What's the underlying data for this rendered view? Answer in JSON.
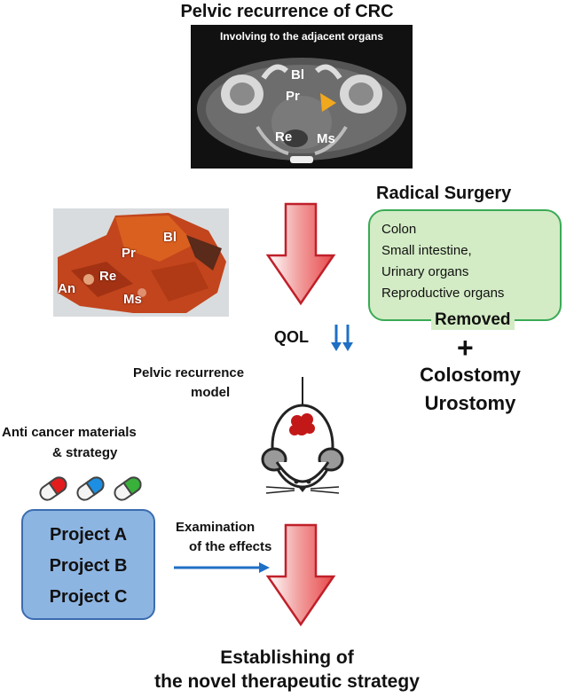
{
  "title": "Pelvic recurrence of CRC",
  "ct_image": {
    "caption": "Involving to the adjacent organs",
    "labels": {
      "bl": "Bl",
      "pr": "Pr",
      "re": "Re",
      "ms": "Ms"
    }
  },
  "specimen_image": {
    "labels": {
      "bl": "Bl",
      "pr": "Pr",
      "re": "Re",
      "an": "An",
      "ms": "Ms"
    }
  },
  "radical_surgery": {
    "title": "Radical Surgery",
    "organs": [
      "Colon",
      "Small intestine,",
      "Urinary organs",
      "Reproductive organs"
    ],
    "removed": "Removed",
    "plus": "+",
    "stoma": [
      "Colostomy",
      "Urostomy"
    ]
  },
  "qol": {
    "label": "QOL",
    "arrows": "↓↓"
  },
  "model": {
    "line1": "Pelvic recurrence",
    "line2": "model"
  },
  "anti_cancer": {
    "line1": "Anti cancer materials",
    "line2": "& strategy"
  },
  "projects": [
    "Project A",
    "Project B",
    "Project C"
  ],
  "examination": {
    "line1": "Examination",
    "line2": "of the effects"
  },
  "conclusion": {
    "line1": "Establishing of",
    "line2": "the novel therapeutic strategy"
  },
  "colors": {
    "arrow_fill": "#e8494a",
    "arrow_stroke": "#c0202a",
    "qol_arrows": "#1f6fc4",
    "surgery_box": "#d3ecc5",
    "project_box": "#8db5e2",
    "tumor": "#c31818"
  }
}
